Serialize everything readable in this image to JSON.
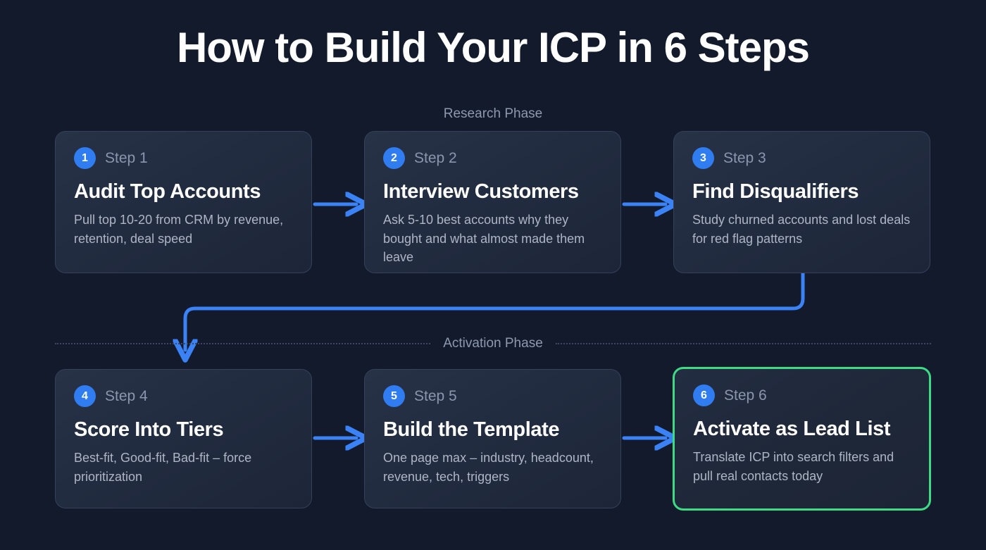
{
  "page": {
    "title": "How to Build Your ICP in 6 Steps",
    "background_color": "#121a2c"
  },
  "phases": {
    "research": "Research Phase",
    "activation": "Activation Phase"
  },
  "colors": {
    "accent_blue": "#2f7df0",
    "arrow_blue": "#3b82f6",
    "highlight_green": "#3ddc84",
    "card_bg": "#232d42",
    "card_border": "#36405a",
    "muted_text": "#8b95ab",
    "body_text": "#aeb6c6",
    "divider_dots": "#3b4763"
  },
  "steps": [
    {
      "number": "1",
      "step_label": "Step 1",
      "title": "Audit Top Accounts",
      "description": "Pull top 10-20 from CRM by revenue, retention, deal speed",
      "highlighted": false
    },
    {
      "number": "2",
      "step_label": "Step 2",
      "title": "Interview Customers",
      "description": "Ask 5-10 best accounts why they bought and what almost made them leave",
      "highlighted": false
    },
    {
      "number": "3",
      "step_label": "Step 3",
      "title": "Find Disqualifiers",
      "description": "Study churned accounts and lost deals for red flag patterns",
      "highlighted": false
    },
    {
      "number": "4",
      "step_label": "Step 4",
      "title": "Score Into Tiers",
      "description": "Best-fit, Good-fit, Bad-fit – force prioritization",
      "highlighted": false
    },
    {
      "number": "5",
      "step_label": "Step 5",
      "title": "Build the Template",
      "description": "One page max – industry, headcount, revenue, tech, triggers",
      "highlighted": false
    },
    {
      "number": "6",
      "step_label": "Step 6",
      "title": "Activate as Lead List",
      "description": "Translate ICP into search filters and pull real contacts today",
      "highlighted": true
    }
  ],
  "connectors": [
    {
      "name": "arrow-step1-to-step2",
      "type": "horizontal-arrow"
    },
    {
      "name": "arrow-step2-to-step3",
      "type": "horizontal-arrow"
    },
    {
      "name": "arrow-step3-to-step4",
      "type": "elbow-arrow"
    },
    {
      "name": "arrow-step4-to-step5",
      "type": "horizontal-arrow"
    },
    {
      "name": "arrow-step5-to-step6",
      "type": "horizontal-arrow"
    }
  ]
}
